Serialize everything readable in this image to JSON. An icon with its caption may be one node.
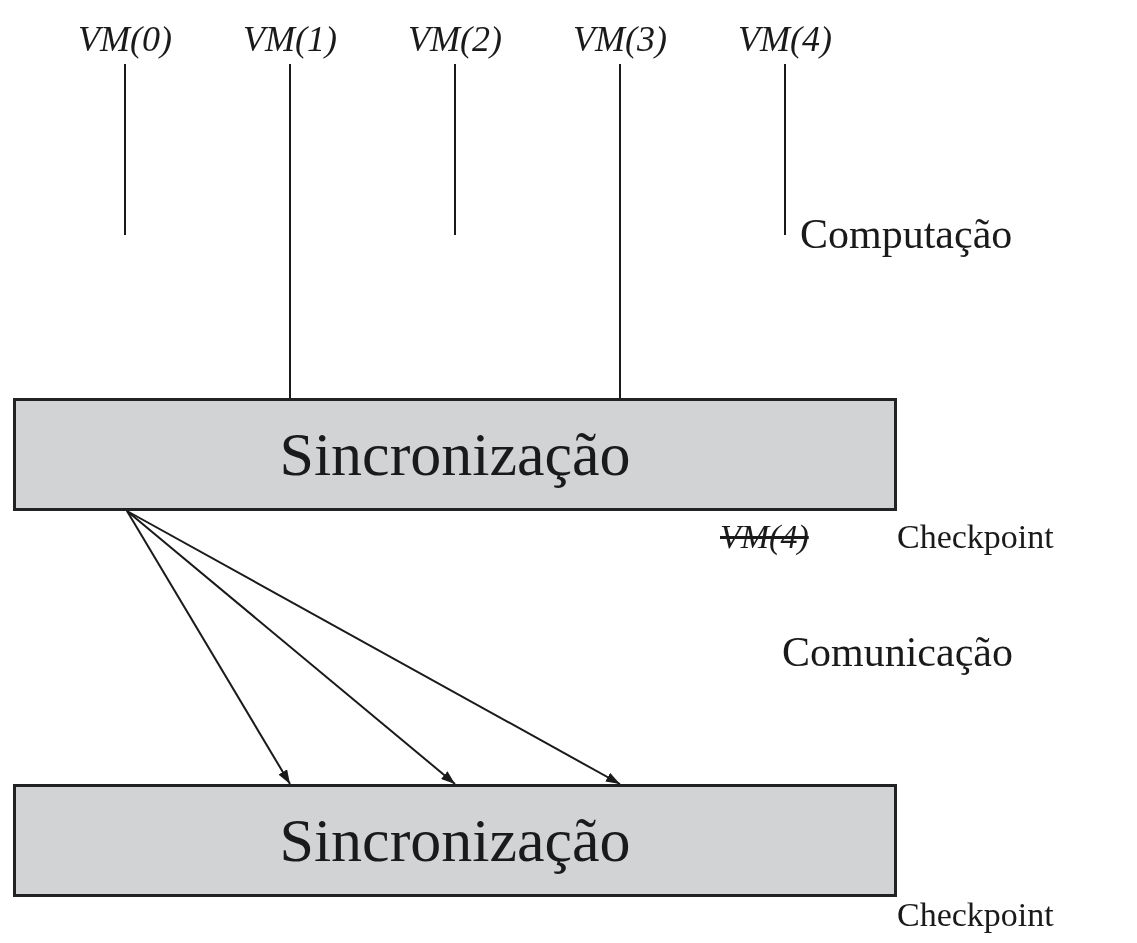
{
  "diagram": {
    "nodes": [
      {
        "text": [
          "VM(0)"
        ]
      },
      {
        "text": [
          "VM(1)"
        ]
      },
      {
        "text": [
          "VM(2)"
        ]
      },
      {
        "text": [
          "VM(3)"
        ]
      },
      {
        "text": [
          "VM(4)"
        ]
      },
      {
        "text": [
          "Sincronização"
        ]
      },
      {
        "text": [
          "Sincronização"
        ]
      }
    ],
    "edges": [
      {
        "from": 0,
        "to": null,
        "arrow": "none"
      },
      {
        "from": 1,
        "to": 5,
        "arrow": "none"
      },
      {
        "from": 2,
        "to": null,
        "arrow": "none"
      },
      {
        "from": 3,
        "to": 5,
        "arrow": "none"
      },
      {
        "from": 4,
        "to": null,
        "arrow": "none"
      },
      {
        "from": 5,
        "to": 6,
        "arrow": "to"
      },
      {
        "from": 5,
        "to": 6,
        "arrow": "to"
      },
      {
        "from": 5,
        "to": 6,
        "arrow": "to"
      }
    ],
    "labels": [
      "Computação",
      "VM(4)",
      "Checkpoint",
      "Comunicação",
      "Checkpoint"
    ]
  }
}
